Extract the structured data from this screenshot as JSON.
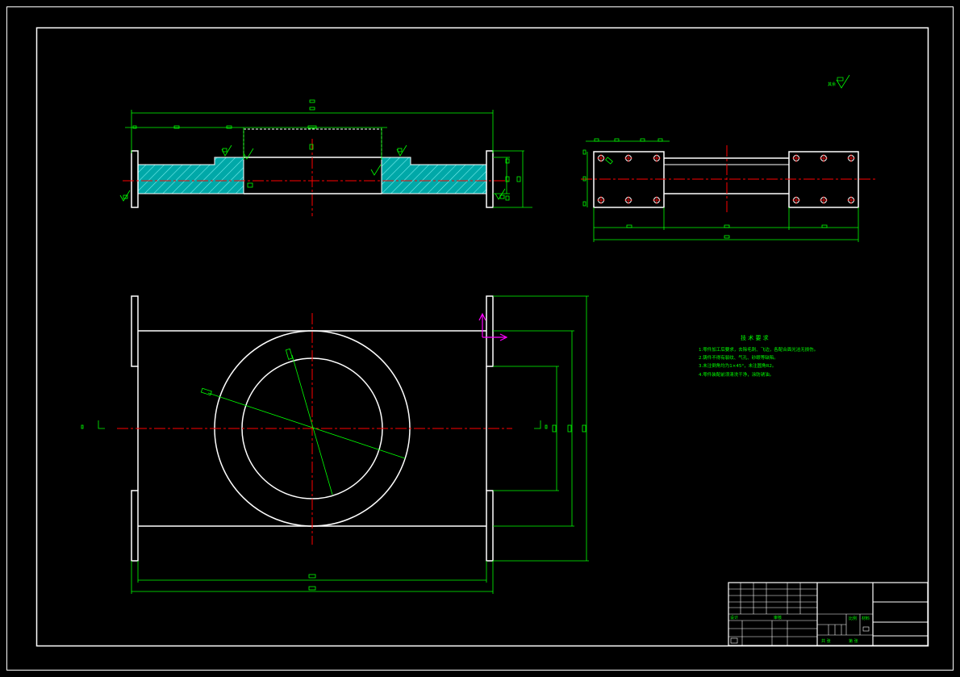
{
  "colors": {
    "background": "#000000",
    "outline": "#ffffff",
    "dimension": "#00ff00",
    "centerline": "#ff0000",
    "hatch": "#00c8c8",
    "ucs": "#ff00ff"
  },
  "technical_requirements": {
    "title": "技 术 要 求",
    "items": [
      "1.零件加工后要求，去除毛刺、飞边，各配合面光洁无损伤。",
      "2.铸件不得有裂纹、气孔、砂眼等缺陷。",
      "3.未注倒角均为1×45°，未注圆角R2。",
      "4.零件装配前须清洗干净，涂防锈油。"
    ]
  },
  "title_block": {
    "labels": [
      "设计",
      "审核",
      "比例",
      "材料",
      "共 张",
      "第 张"
    ]
  },
  "roughness_note": "其余"
}
